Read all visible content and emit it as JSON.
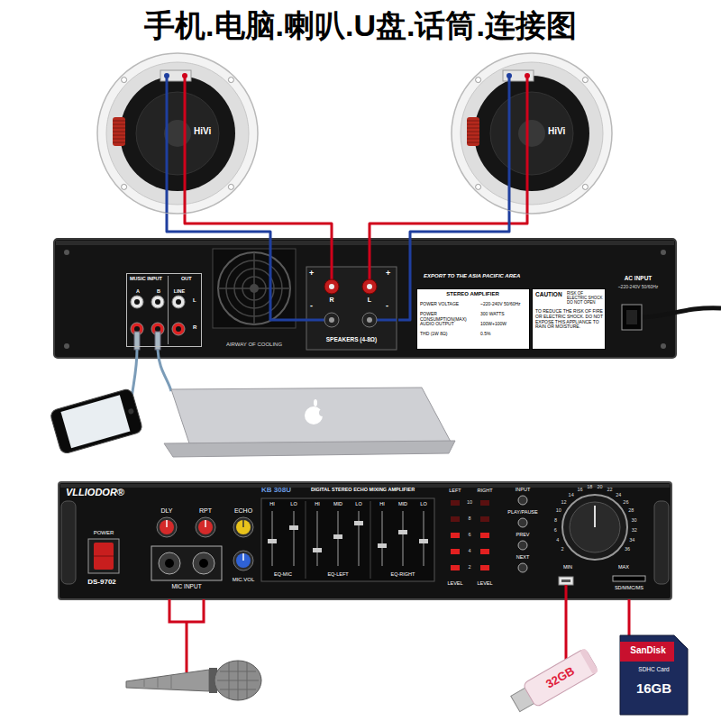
{
  "diagram": {
    "title": "手机.电脑.喇叭.U盘.话筒.连接图",
    "nodes": [
      {
        "text": [
          "HiVi"
        ]
      },
      {
        "text": [
          "HiVi"
        ]
      },
      {
        "text": [
          "EXPORT TO THE ASIA PACIFIC AREA"
        ]
      },
      {
        "text": [
          "MUSIC INPUT",
          "OUT",
          "A",
          "B",
          "LINE",
          "L",
          "R"
        ],
        "in": 2
      },
      {
        "text": [
          "+",
          "+",
          "R",
          "L",
          "-",
          "-",
          "SPEAKERS (4-8Ω)"
        ],
        "in": 2
      },
      {
        "text": [
          "STEREO AMPLIFIER",
          "POWER VOLTAGE",
          "~220-240V 50/60Hz",
          "POWER CONSUMPTION(MAX)",
          "300 WATTS",
          "AUDIO OUTPUT",
          "100W+100W",
          "THD (1W 8Ω)",
          "0.5%"
        ],
        "in": 2
      },
      {
        "text": [
          "CAUTION",
          "RISK OF ELECTRIC SHOCK DO NOT OPEN",
          "TO REDUCE THE RISK OF FIRE OR ELECTRIC SHOCK. DO NOT EXPOSE THIS APPLIANCE TO RAIN OR MOISTURE."
        ],
        "in": 2
      },
      {
        "text": [
          "VLLIODOR®",
          "KB 308U",
          "DIGITAL STEREO ECHO MIXING AMPLIFIER",
          "DS-9702"
        ]
      },
      {
        "text": [
          "32GB"
        ]
      },
      {
        "text": [
          "SanDisk",
          "SDHC Card",
          "16GB"
        ]
      }
    ],
    "edges": [
      {
        "from": 0,
        "to": 4,
        "arrow": "none"
      },
      {
        "from": 0,
        "to": 4,
        "arrow": "none"
      },
      {
        "from": 1,
        "to": 4,
        "arrow": "none"
      },
      {
        "from": 1,
        "to": 4,
        "arrow": "none"
      },
      {
        "from": 8,
        "to": 7,
        "arrow": "none"
      },
      {
        "from": 9,
        "to": 7,
        "arrow": "none"
      }
    ],
    "labels": [
      "AIRWAY OF COOLING",
      "AC INPUT",
      "~220-240V 50/60Hz",
      "POWER",
      "DLY",
      "RPT",
      "ECHO",
      "MIC INPUT",
      "MIC.VOL",
      "HI",
      "LO",
      "HI",
      "MID",
      "LO",
      "HI",
      "MID",
      "LO",
      "EQ-MIC",
      "EQ-LEFT",
      "EQ-RIGHT",
      "LEFT",
      "RIGHT",
      "10",
      "8",
      "6",
      "4",
      "2",
      "LEVEL",
      "LEVEL",
      "INPUT",
      "PLAY/PAUSE",
      "PREV",
      "NEXT",
      "MIN",
      "MAX",
      "SD/MMC/MS",
      "2",
      "4",
      "6",
      "8",
      "10",
      "12",
      "14",
      "16",
      "18",
      "20",
      "22",
      "24",
      "26",
      "28",
      "30",
      "32",
      "34",
      "36"
    ]
  }
}
